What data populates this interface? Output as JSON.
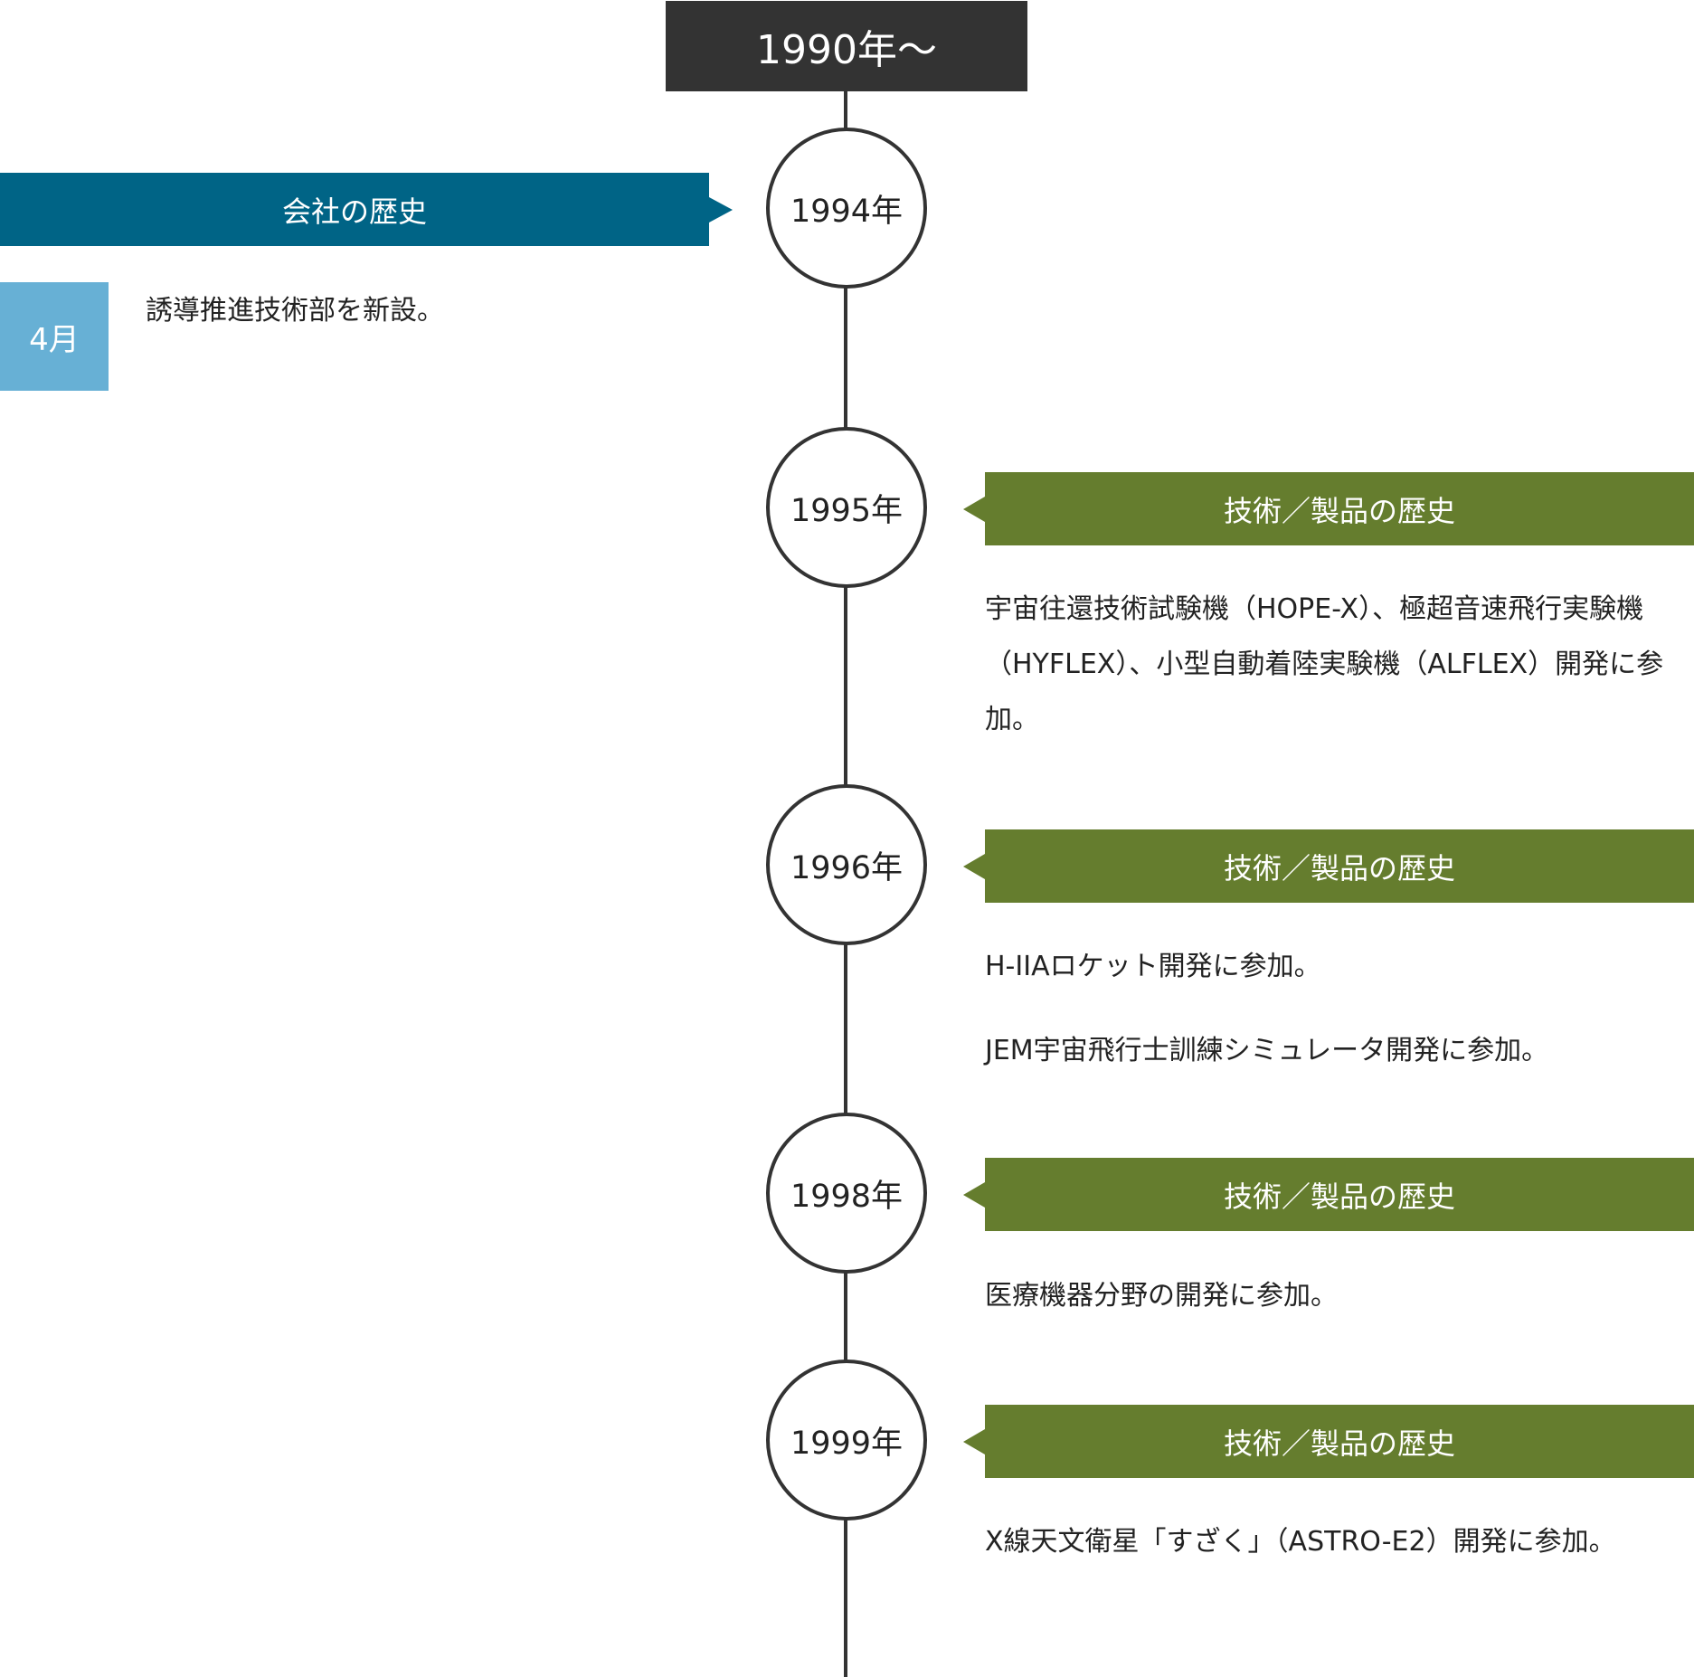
{
  "header": {
    "period": "1990年〜"
  },
  "colors": {
    "header_bg": "#333333",
    "company_category": "#006486",
    "tech_category": "#657d2e",
    "month_badge": "#67b0d5",
    "timeline": "#333333"
  },
  "entries": [
    {
      "year": "1994年",
      "category": "会社の歴史",
      "month": "4月",
      "texts": [
        "誘導推進技術部を新設。"
      ]
    },
    {
      "year": "1995年",
      "category": "技術／製品の歴史",
      "texts": [
        "宇宙往還技術試験機（HOPE-X）、極超音速飛行実験機（HYFLEX）、小型自動着陸実験機（ALFLEX）開発に参加。"
      ]
    },
    {
      "year": "1996年",
      "category": "技術／製品の歴史",
      "texts": [
        "H-IIAロケット開発に参加。",
        "JEM宇宙飛行士訓練シミュレータ開発に参加。"
      ]
    },
    {
      "year": "1998年",
      "category": "技術／製品の歴史",
      "texts": [
        "医療機器分野の開発に参加。"
      ]
    },
    {
      "year": "1999年",
      "category": "技術／製品の歴史",
      "texts": [
        "X線天文衛星「すざく」（ASTRO-E2）開発に参加。"
      ]
    }
  ]
}
